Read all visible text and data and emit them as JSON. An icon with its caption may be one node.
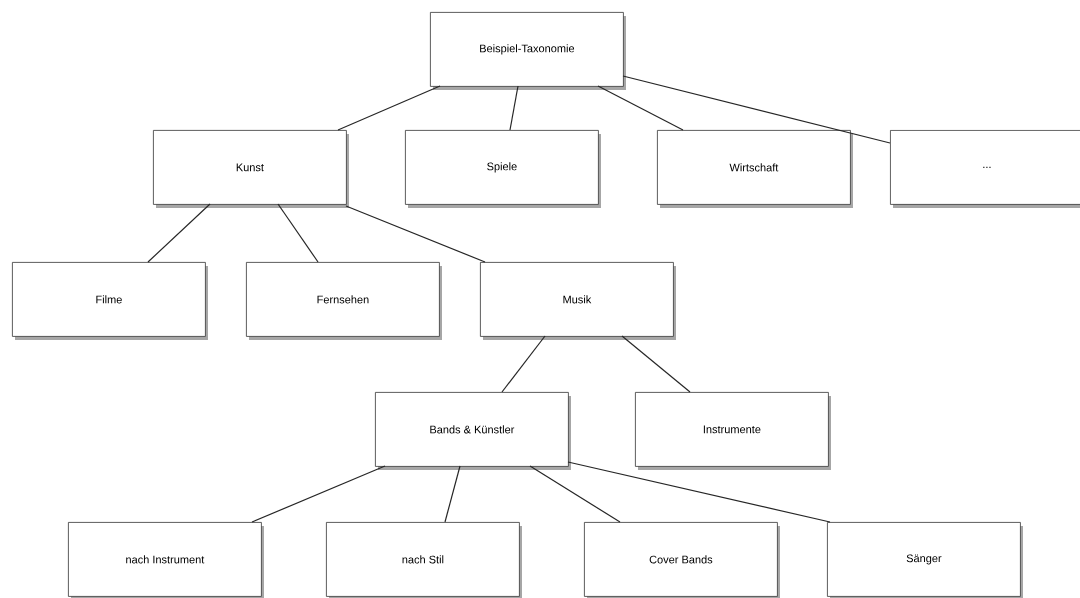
{
  "diagram": {
    "nodes": [
      {
        "text": [
          "Beispiel-Taxonomie"
        ]
      },
      {
        "text": [
          "Kunst"
        ]
      },
      {
        "text": [
          "Spiele"
        ]
      },
      {
        "text": [
          "Wirtschaft"
        ]
      },
      {
        "text": [
          "..."
        ]
      },
      {
        "text": [
          "Filme"
        ]
      },
      {
        "text": [
          "Fernsehen"
        ]
      },
      {
        "text": [
          "Musik"
        ]
      },
      {
        "text": [
          "Bands & Künstler"
        ]
      },
      {
        "text": [
          "Instrumente"
        ]
      },
      {
        "text": [
          "nach Instrument"
        ]
      },
      {
        "text": [
          "nach Stil"
        ]
      },
      {
        "text": [
          "Cover Bands"
        ]
      },
      {
        "text": [
          "Sänger"
        ]
      }
    ],
    "edges": [
      {
        "from": 0,
        "to": 1,
        "arrow": "none"
      },
      {
        "from": 0,
        "to": 2,
        "arrow": "none"
      },
      {
        "from": 0,
        "to": 3,
        "arrow": "none"
      },
      {
        "from": 0,
        "to": 4,
        "arrow": "none"
      },
      {
        "from": 1,
        "to": 5,
        "arrow": "none"
      },
      {
        "from": 1,
        "to": 6,
        "arrow": "none"
      },
      {
        "from": 1,
        "to": 7,
        "arrow": "none"
      },
      {
        "from": 7,
        "to": 8,
        "arrow": "none"
      },
      {
        "from": 7,
        "to": 9,
        "arrow": "none"
      },
      {
        "from": 8,
        "to": 10,
        "arrow": "none"
      },
      {
        "from": 8,
        "to": 11,
        "arrow": "none"
      },
      {
        "from": 8,
        "to": 12,
        "arrow": "none"
      },
      {
        "from": 8,
        "to": 13,
        "arrow": "none"
      }
    ]
  }
}
